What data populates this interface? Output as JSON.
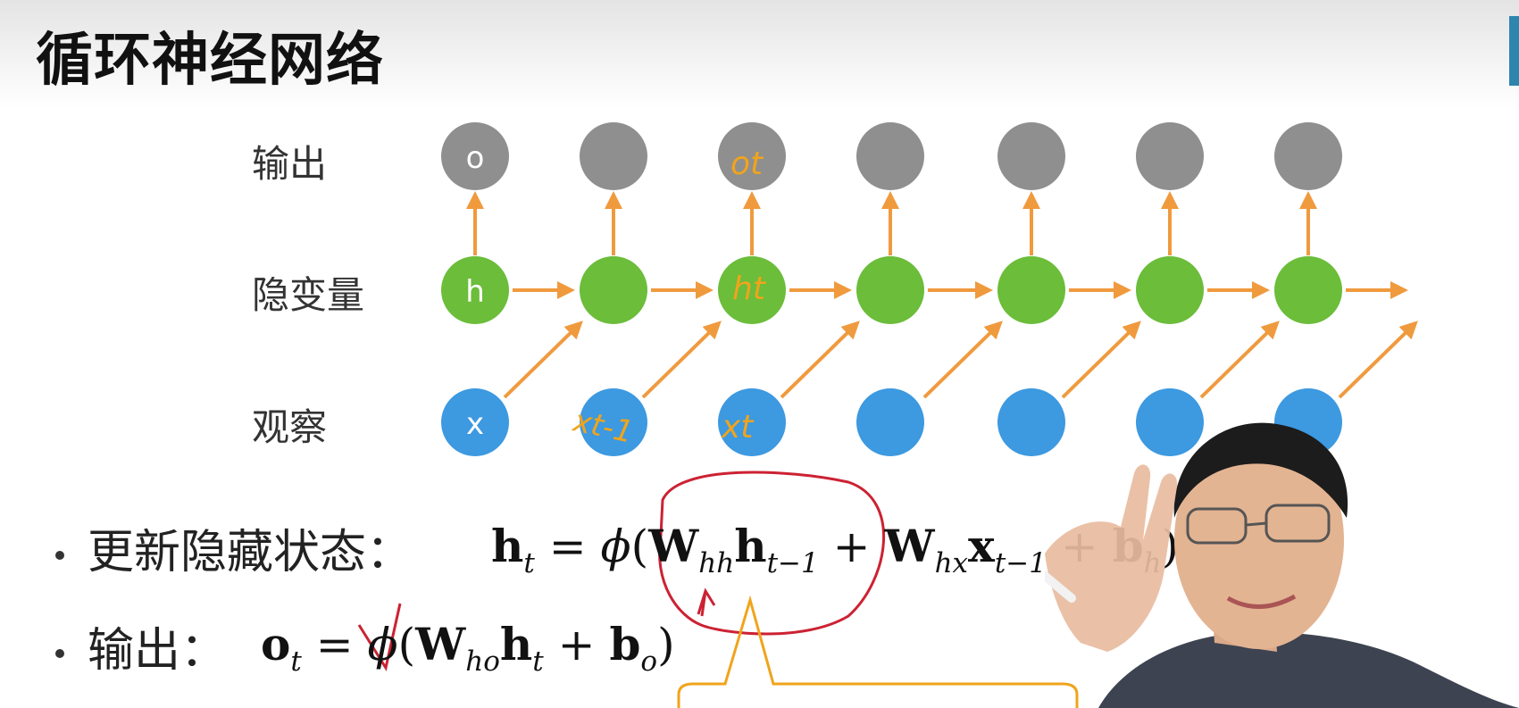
{
  "slide": {
    "title": "循环神经网络"
  },
  "rows": {
    "output": "输出",
    "hidden": "隐变量",
    "observe": "观察"
  },
  "nodes": {
    "output_first": "o",
    "hidden_first": "h",
    "input_first": "x"
  },
  "handwriting": {
    "o_t": "ot",
    "h_t": "ht",
    "x_t_minus_1": "xt-1",
    "x_t": "xt"
  },
  "bullets": {
    "update_label": "更新隐藏状态：",
    "output_label": "输出："
  },
  "colors": {
    "output_node": "#8f8f8f",
    "hidden_node": "#6bbd3a",
    "input_node": "#3d99e0",
    "arrow": "#f09a3e",
    "handwriting": "#f0a41c",
    "annotation_red": "#cc2233"
  }
}
